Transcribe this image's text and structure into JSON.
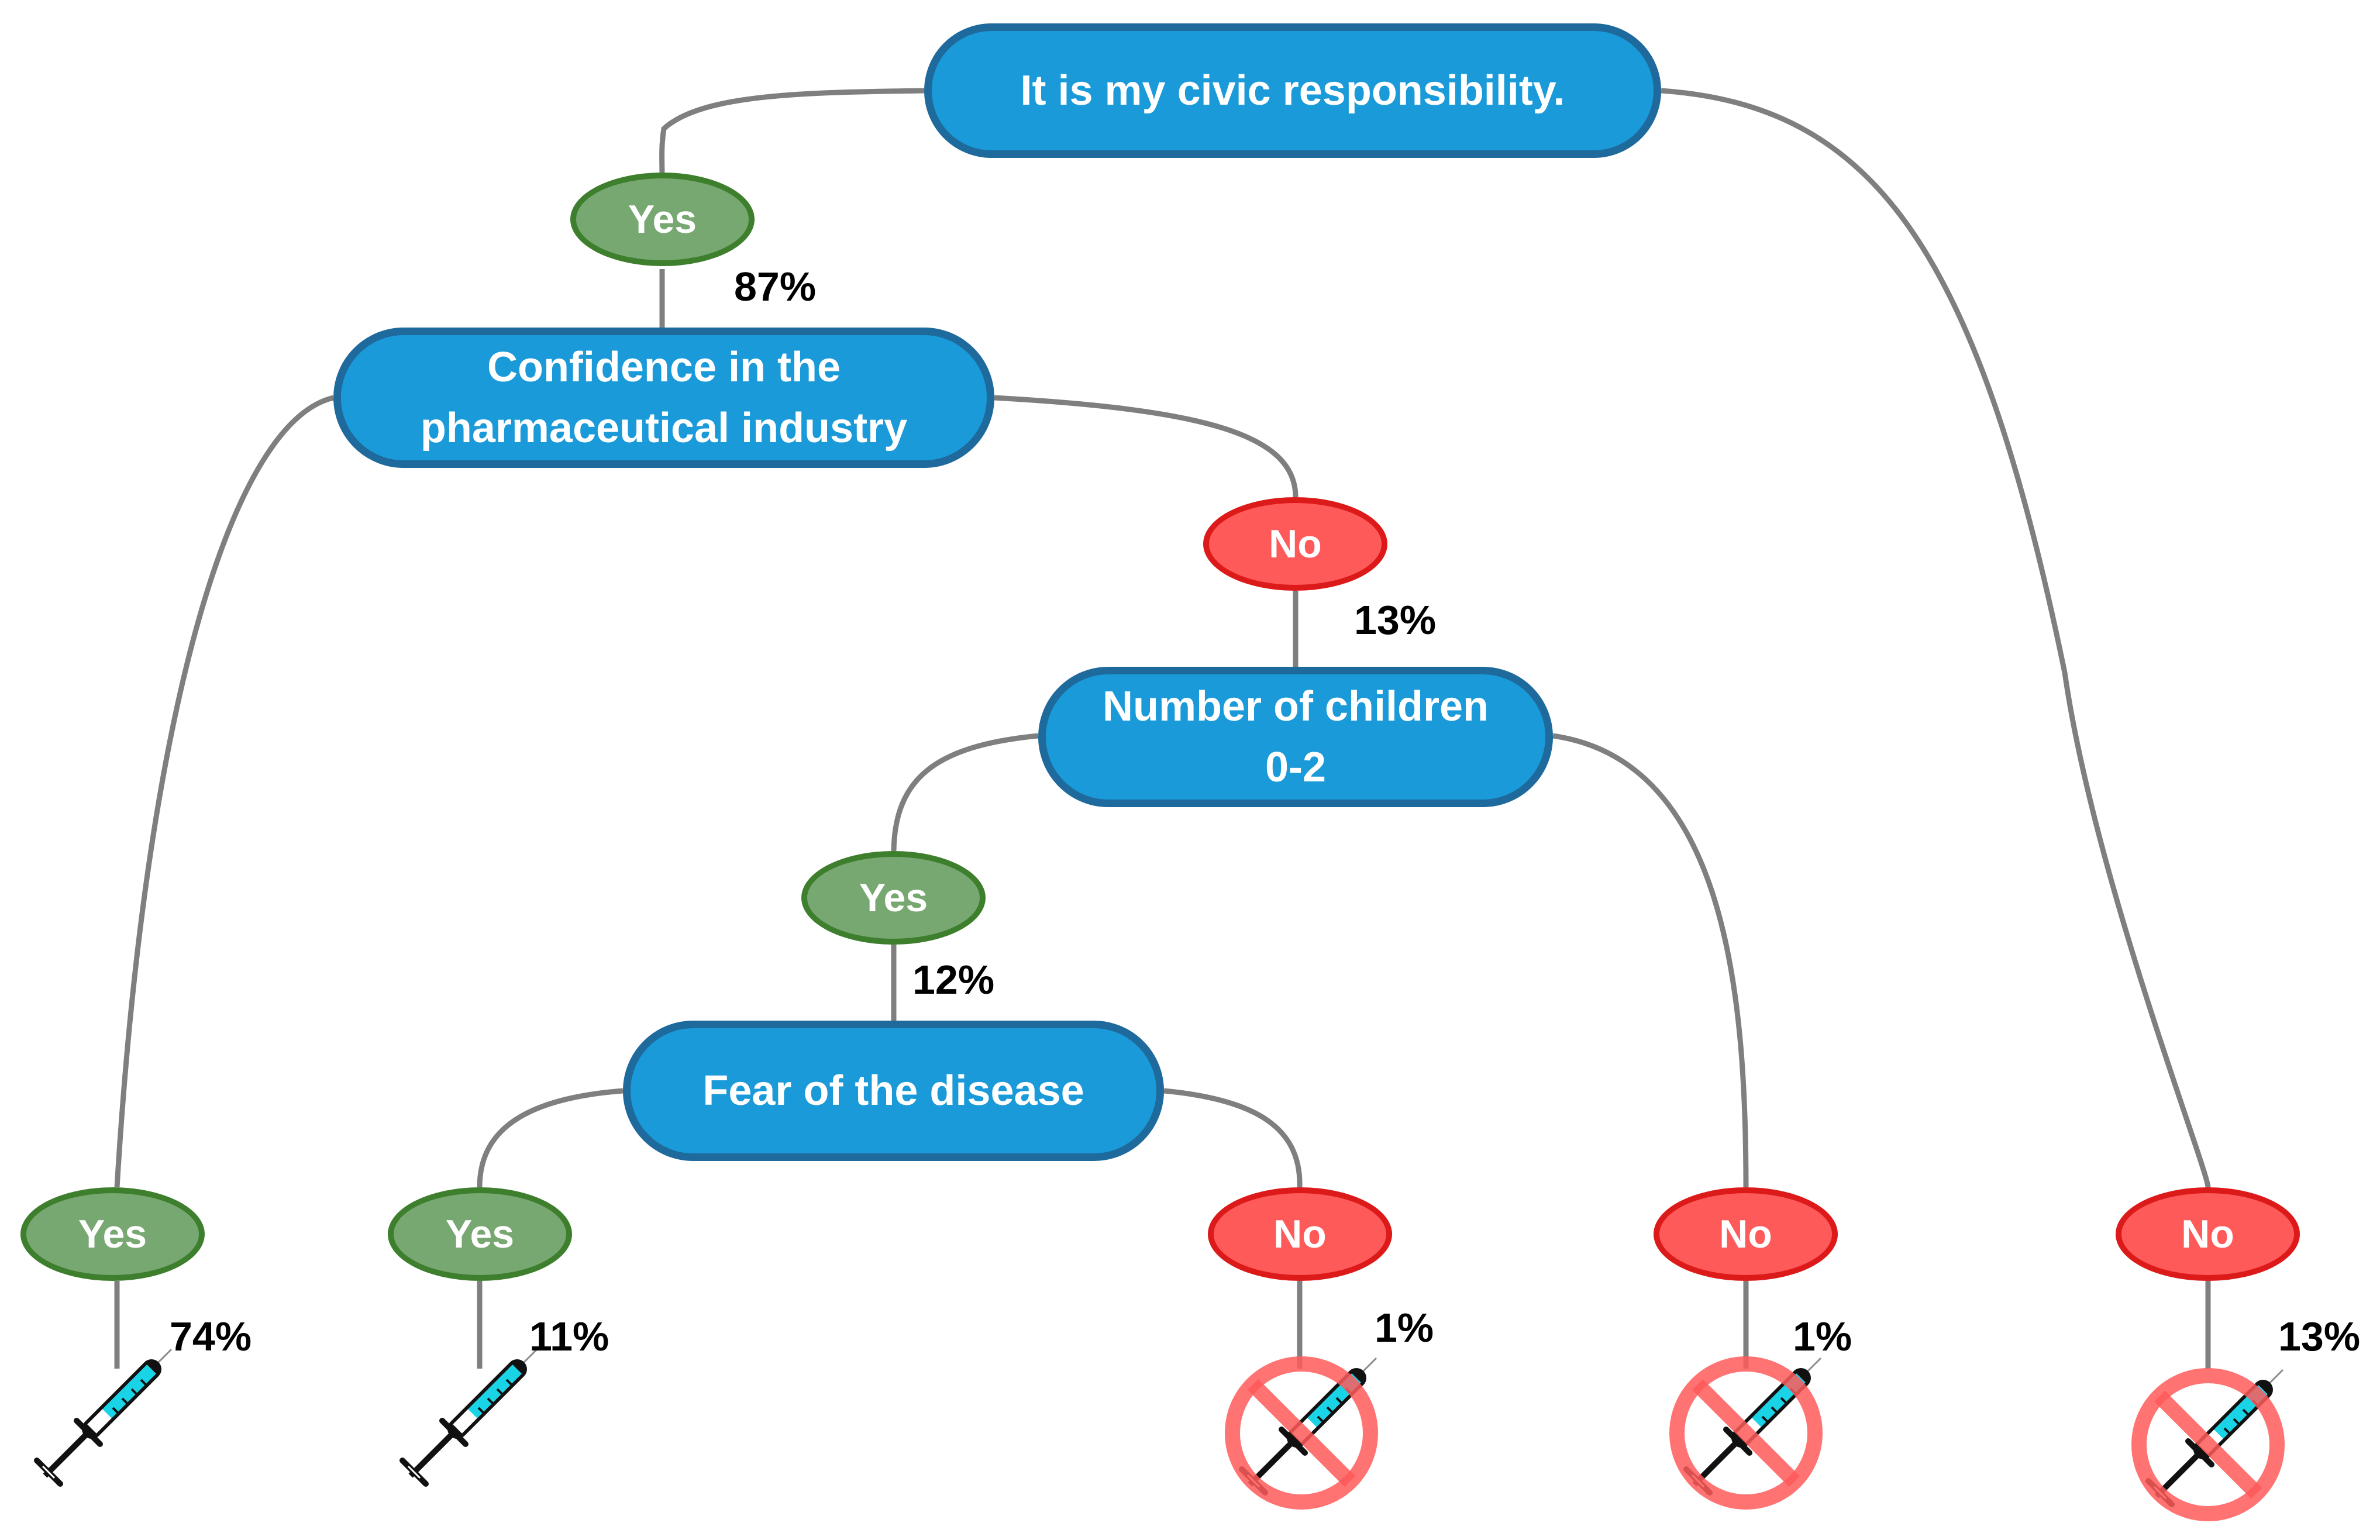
{
  "decisions": {
    "civic": "It is my civic responsibility.",
    "confidence_line1": "Confidence in the",
    "confidence_line2": "pharmaceutical industry",
    "children_line1": "Number of children",
    "children_line2": "0-2",
    "fear": "Fear of the disease"
  },
  "answers": {
    "civic_yes": "Yes",
    "confidence_no": "No",
    "children_yes": "Yes",
    "confidence_yes": "Yes",
    "fear_yes": "Yes",
    "fear_no": "No",
    "children_no": "No",
    "civic_no": "No"
  },
  "percentages": {
    "civic_yes": "87%",
    "confidence_no": "13%",
    "children_yes": "12%",
    "confidence_yes": "74%",
    "fear_yes": "11%",
    "fear_no": "1%",
    "children_no": "1%",
    "civic_no": "13%"
  },
  "outcomes": {
    "confidence_yes": "vaccinated-syringe-icon",
    "fear_yes": "vaccinated-syringe-icon",
    "fear_no": "no-vaccination-icon",
    "children_no": "no-vaccination-icon",
    "civic_no": "no-vaccination-icon"
  },
  "colors": {
    "decision_fill": "#1a9ad8",
    "decision_border": "#1e6a9c",
    "yes_fill": "#78a872",
    "yes_border": "#3e7f2e",
    "no_fill": "#ff5a5a",
    "no_border": "#dd1a1a",
    "connector": "#7f7f7f"
  }
}
